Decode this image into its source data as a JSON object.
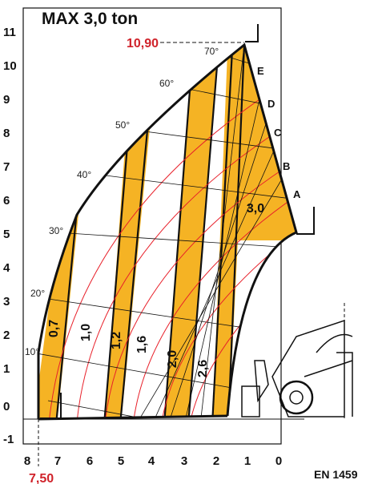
{
  "title": "MAX 3,0 ton",
  "max_height_label": "10,90",
  "max_reach_label": "7,50",
  "standard_label": "EN 1459",
  "colors": {
    "band": "#f5b324",
    "arc": "#e8202a",
    "accent": "#d0222a",
    "ink": "#111111"
  },
  "y_axis_labels": [
    "11",
    "10",
    "9",
    "8",
    "7",
    "6",
    "5",
    "4",
    "3",
    "2",
    "1",
    "0",
    "-1"
  ],
  "x_axis_labels": [
    "8",
    "7",
    "6",
    "5",
    "4",
    "3",
    "2",
    "1",
    "0"
  ],
  "angle_labels": [
    "70°",
    "60°",
    "50°",
    "40°",
    "30°",
    "20°",
    "10°"
  ],
  "extension_labels": [
    "E",
    "D",
    "C",
    "B",
    "A"
  ],
  "load_labels": [
    "0,7",
    "1,0",
    "1,2",
    "1,6",
    "2,0",
    "2,6",
    "3,0"
  ]
}
